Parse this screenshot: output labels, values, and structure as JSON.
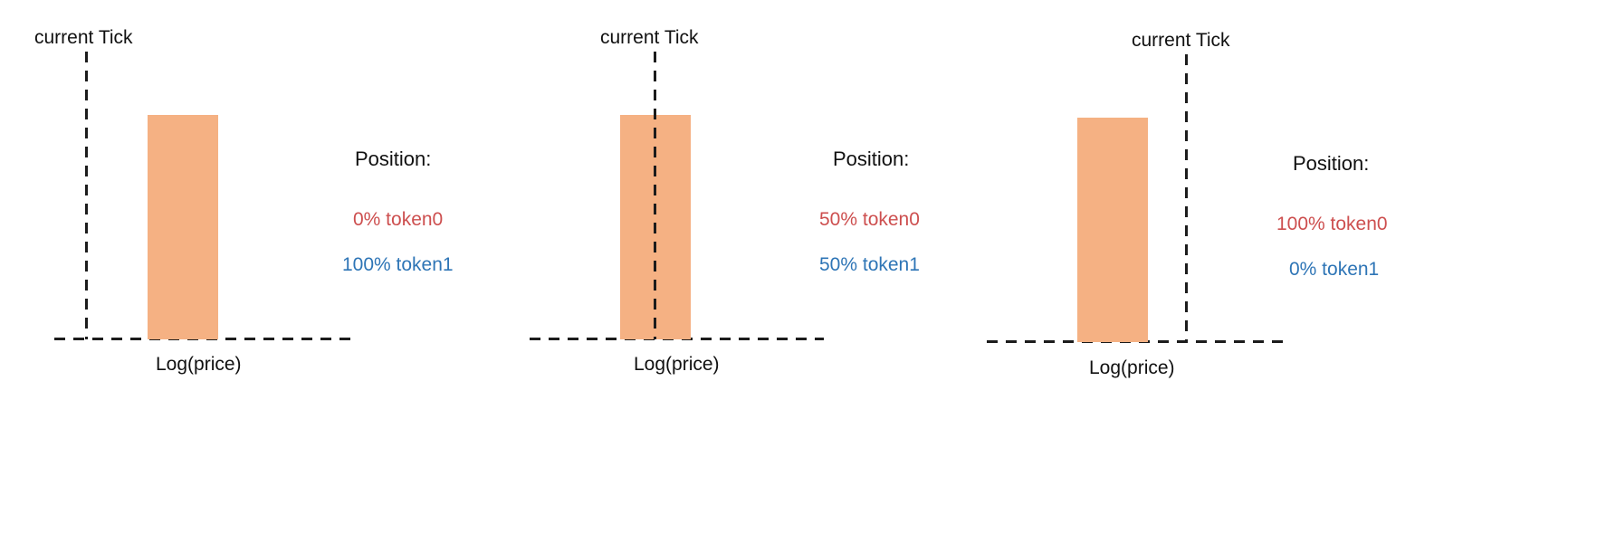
{
  "colors": {
    "bar": "#F5B183",
    "token0_text": "#CD4F4F",
    "token1_text": "#2E75B6",
    "line": "#1C1C1C"
  },
  "panels": [
    {
      "tick_label": "current Tick",
      "axis_label": "Log(price)",
      "position_title": "Position:",
      "token0": "0% token0",
      "token1": "100% token1",
      "tick_relative_to_range": "left"
    },
    {
      "tick_label": "current Tick",
      "axis_label": "Log(price)",
      "position_title": "Position:",
      "token0": "50% token0",
      "token1": "50% token1",
      "tick_relative_to_range": "inside"
    },
    {
      "tick_label": "current Tick",
      "axis_label": "Log(price)",
      "position_title": "Position:",
      "token0": "100% token0",
      "token1": "0% token1",
      "tick_relative_to_range": "right"
    }
  ]
}
